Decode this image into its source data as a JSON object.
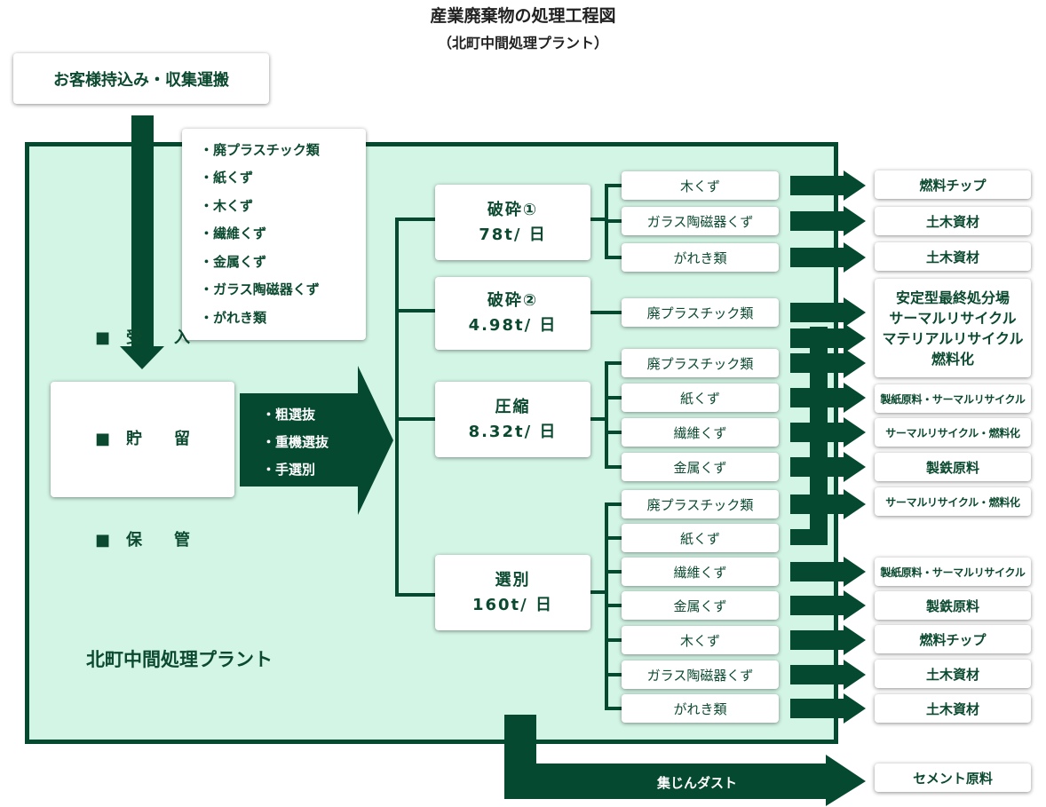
{
  "title": "産業廃棄物の処理工程図",
  "subtitle": "（北町中間処理プラント）",
  "source_box": "お客様持込み・収集運搬",
  "accepted_waste": [
    "・廃プラスチック類",
    "・紙くず",
    "・木くず",
    "・繊維くず",
    "・金属くず",
    "・ガラス陶磁器くず",
    "・がれき類"
  ],
  "receiving": [
    "■　受　　入",
    "■　貯　　留",
    "■　保　　管"
  ],
  "presort": [
    "・粗選抜",
    "・重機選抜",
    "・手選別"
  ],
  "plant_label": "北町中間処理プラント",
  "processes": [
    {
      "name": "破砕①",
      "capacity": "78t/ 日"
    },
    {
      "name": "破砕②",
      "capacity": "4.98t/ 日"
    },
    {
      "name": "圧縮",
      "capacity": "8.32t/ 日"
    },
    {
      "name": "選別",
      "capacity": "160t/ 日"
    }
  ],
  "items": [
    "木くず",
    "ガラス陶磁器くず",
    "がれき類",
    "廃プラスチック類",
    "廃プラスチック類",
    "紙くず",
    "繊維くず",
    "金属くず",
    "廃プラスチック類",
    "紙くず",
    "繊維くず",
    "金属くず",
    "木くず",
    "ガラス陶磁器くず",
    "がれき類"
  ],
  "destinations": [
    "燃料チップ",
    "土木資材",
    "土木資材",
    "安定型最終処分場",
    "サーマルリサイクル",
    "マテリアルリサイクル",
    "燃料化",
    "製紙原料・サーマルリサイクル",
    "サーマルリサイクル・燃料化",
    "製鉄原料",
    "サーマルリサイクル・燃料化",
    "製紙原料・サーマルリサイクル",
    "製鉄原料",
    "燃料チップ",
    "土木資材",
    "土木資材",
    "セメント原料"
  ],
  "dust_label": "集じんダスト",
  "colors": {
    "dark_green": "#054a30",
    "mint": "#d3f5e6"
  }
}
